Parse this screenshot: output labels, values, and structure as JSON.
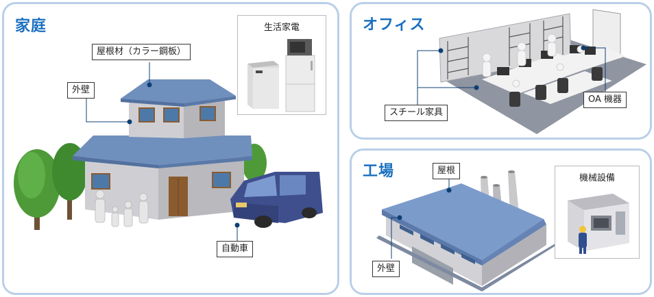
{
  "home": {
    "title": "家庭",
    "labels": {
      "roofing": "屋根材（カラー鋼板）",
      "outer_wall": "外壁",
      "car": "自動車",
      "appliances": "生活家電"
    }
  },
  "office": {
    "title": "オフィス",
    "labels": {
      "steel_furniture": "スチール家具",
      "oa_equipment": "OA 機器"
    }
  },
  "factory": {
    "title": "工場",
    "labels": {
      "roof": "屋根",
      "outer_wall": "外壁",
      "machinery": "機械設備"
    }
  },
  "colors": {
    "panel_border": "#b9cfe8",
    "title_blue": "#1a6fc0",
    "roof_blue": "#6f8fbd",
    "wall_gray": "#c9c9cc",
    "tree_green": "#4e9a38",
    "car_blue": "#3f4f8e",
    "leader_dot": "#0d3f73"
  }
}
